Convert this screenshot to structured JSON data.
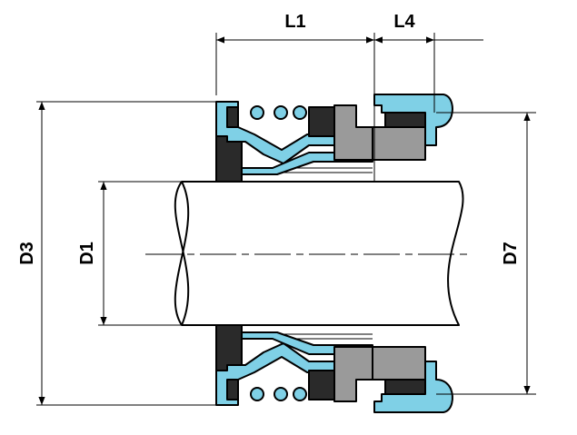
{
  "labels": {
    "l1": "L1",
    "l4": "L4",
    "d3": "D3",
    "d1": "D1",
    "d7": "D7"
  },
  "colors": {
    "elastomer_blue": "#7fd0e6",
    "dark_ring": "#2a2a2a",
    "seat_grey": "#9a9a9a",
    "outline": "#000000"
  },
  "icons": {
    "spring": "spring-coil-icon",
    "arrow": "dimension-arrow-icon"
  }
}
